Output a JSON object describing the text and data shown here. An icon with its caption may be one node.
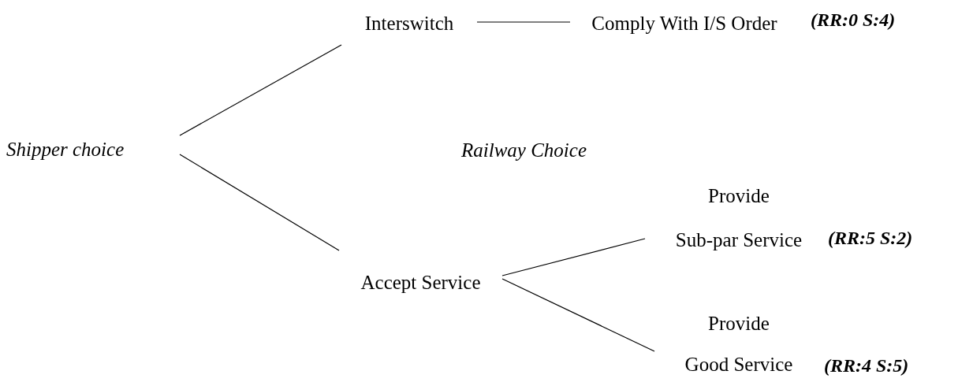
{
  "diagram": {
    "nodes": [
      {
        "text": [
          "Shipper choice"
        ]
      },
      {
        "text": [
          "Interswitch"
        ]
      },
      {
        "text": [
          "Comply With I/S Order"
        ],
        "beside": [
          "(RR:0 S:4)"
        ]
      },
      {
        "text": [
          "Accept Service"
        ]
      },
      {
        "text": [
          "Provide Sub-par Service"
        ],
        "beside": [
          "(RR:5 S:2)"
        ]
      },
      {
        "text": [
          "Provide Good Service"
        ],
        "beside": [
          "(RR:4 S:5)"
        ]
      }
    ],
    "edges": [
      {
        "from": 0,
        "to": 1,
        "arrow": "none"
      },
      {
        "from": 0,
        "to": 3,
        "arrow": "none"
      },
      {
        "from": 1,
        "to": 2,
        "arrow": "none"
      },
      {
        "from": 3,
        "to": 4,
        "arrow": "none"
      },
      {
        "from": 3,
        "to": 5,
        "arrow": "none"
      }
    ],
    "labels": [
      "Railway Choice"
    ]
  }
}
